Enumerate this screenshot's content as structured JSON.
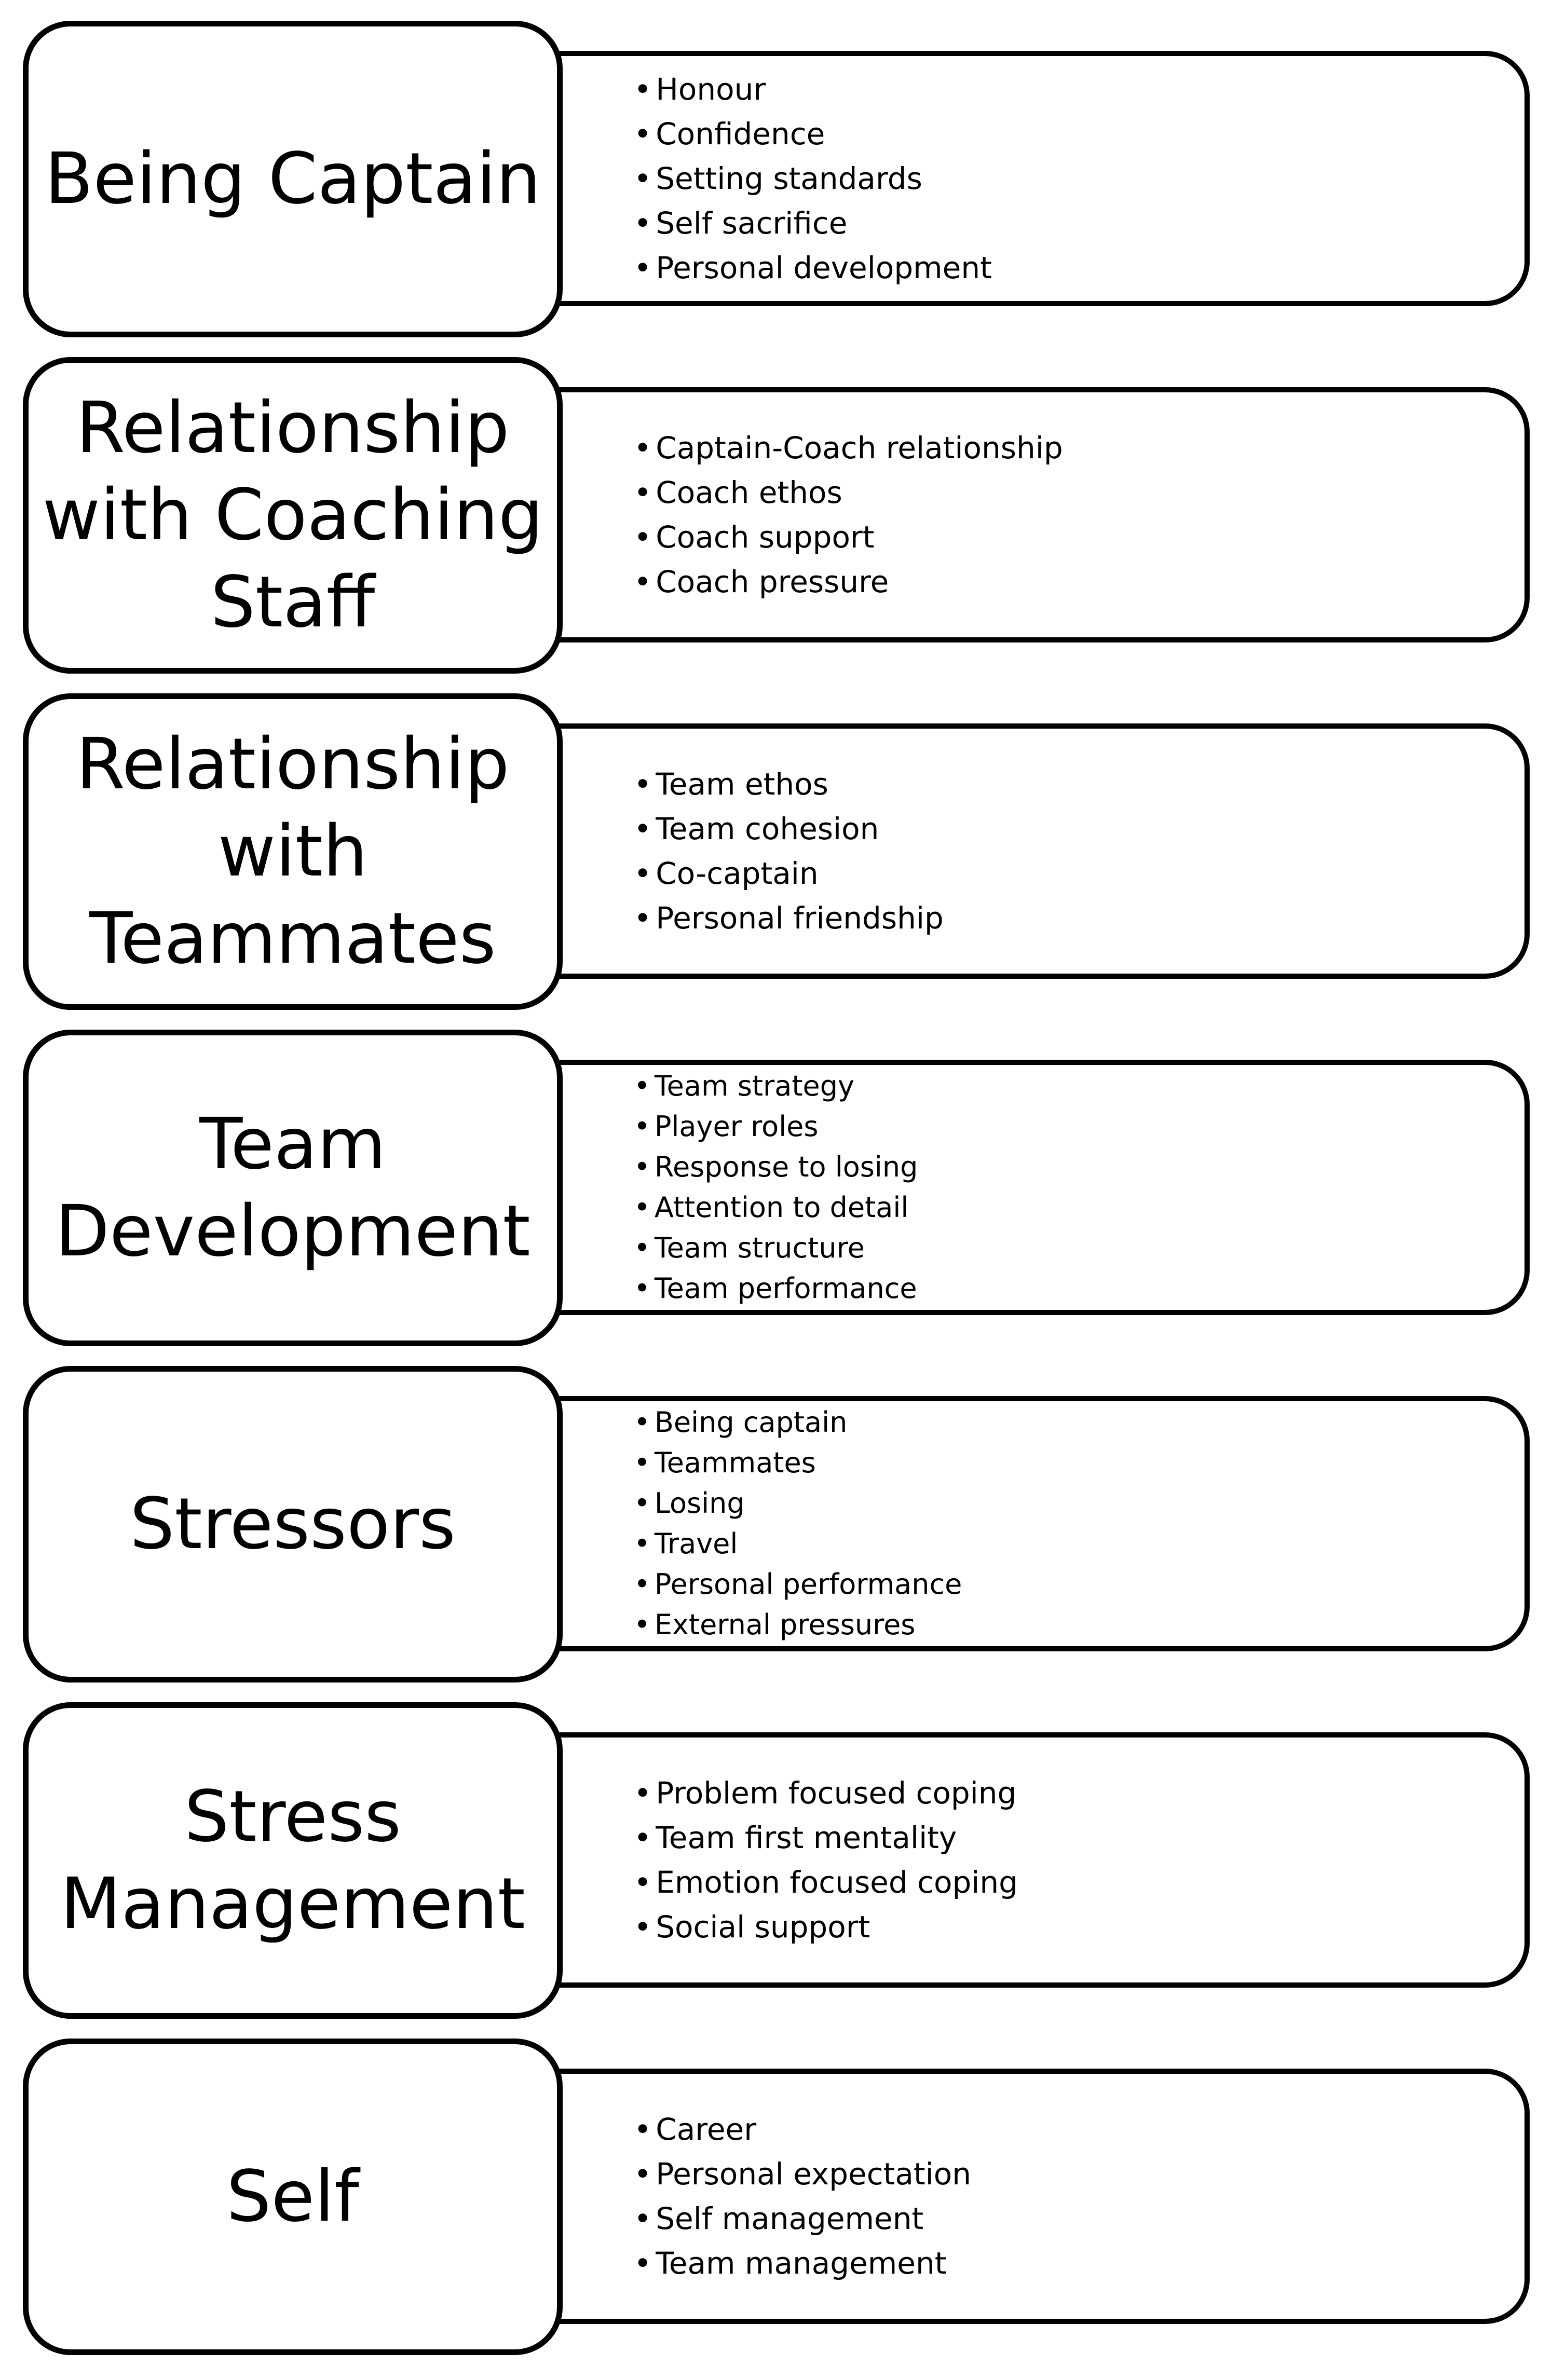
{
  "themes": [
    {
      "title": "Being Captain",
      "items": [
        "Honour",
        "Confidence",
        "Setting standards",
        "Self sacrifice",
        "Personal development"
      ]
    },
    {
      "title": "Relationship\nwith Coaching\nStaff",
      "items": [
        "Captain-Coach relationship",
        "Coach ethos",
        "Coach support",
        "Coach pressure"
      ]
    },
    {
      "title": "Relationship\nwith\nTeammates",
      "items": [
        "Team ethos",
        "Team cohesion",
        "Co-captain",
        "Personal friendship"
      ]
    },
    {
      "title": "Team\nDevelopment",
      "items": [
        "Team strategy",
        "Player roles",
        "Response to losing",
        "Attention to detail",
        "Team structure",
        "Team performance"
      ]
    },
    {
      "title": "Stressors",
      "items": [
        "Being captain",
        "Teammates",
        "Losing",
        "Travel",
        "Personal performance",
        "External pressures"
      ]
    },
    {
      "title": "Stress\nManagement",
      "items": [
        "Problem focused coping",
        "Team first mentality",
        "Emotion focused coping",
        "Social support"
      ]
    },
    {
      "title": "Self",
      "items": [
        "Career",
        "Personal expectation",
        "Self management",
        "Team management"
      ]
    }
  ]
}
